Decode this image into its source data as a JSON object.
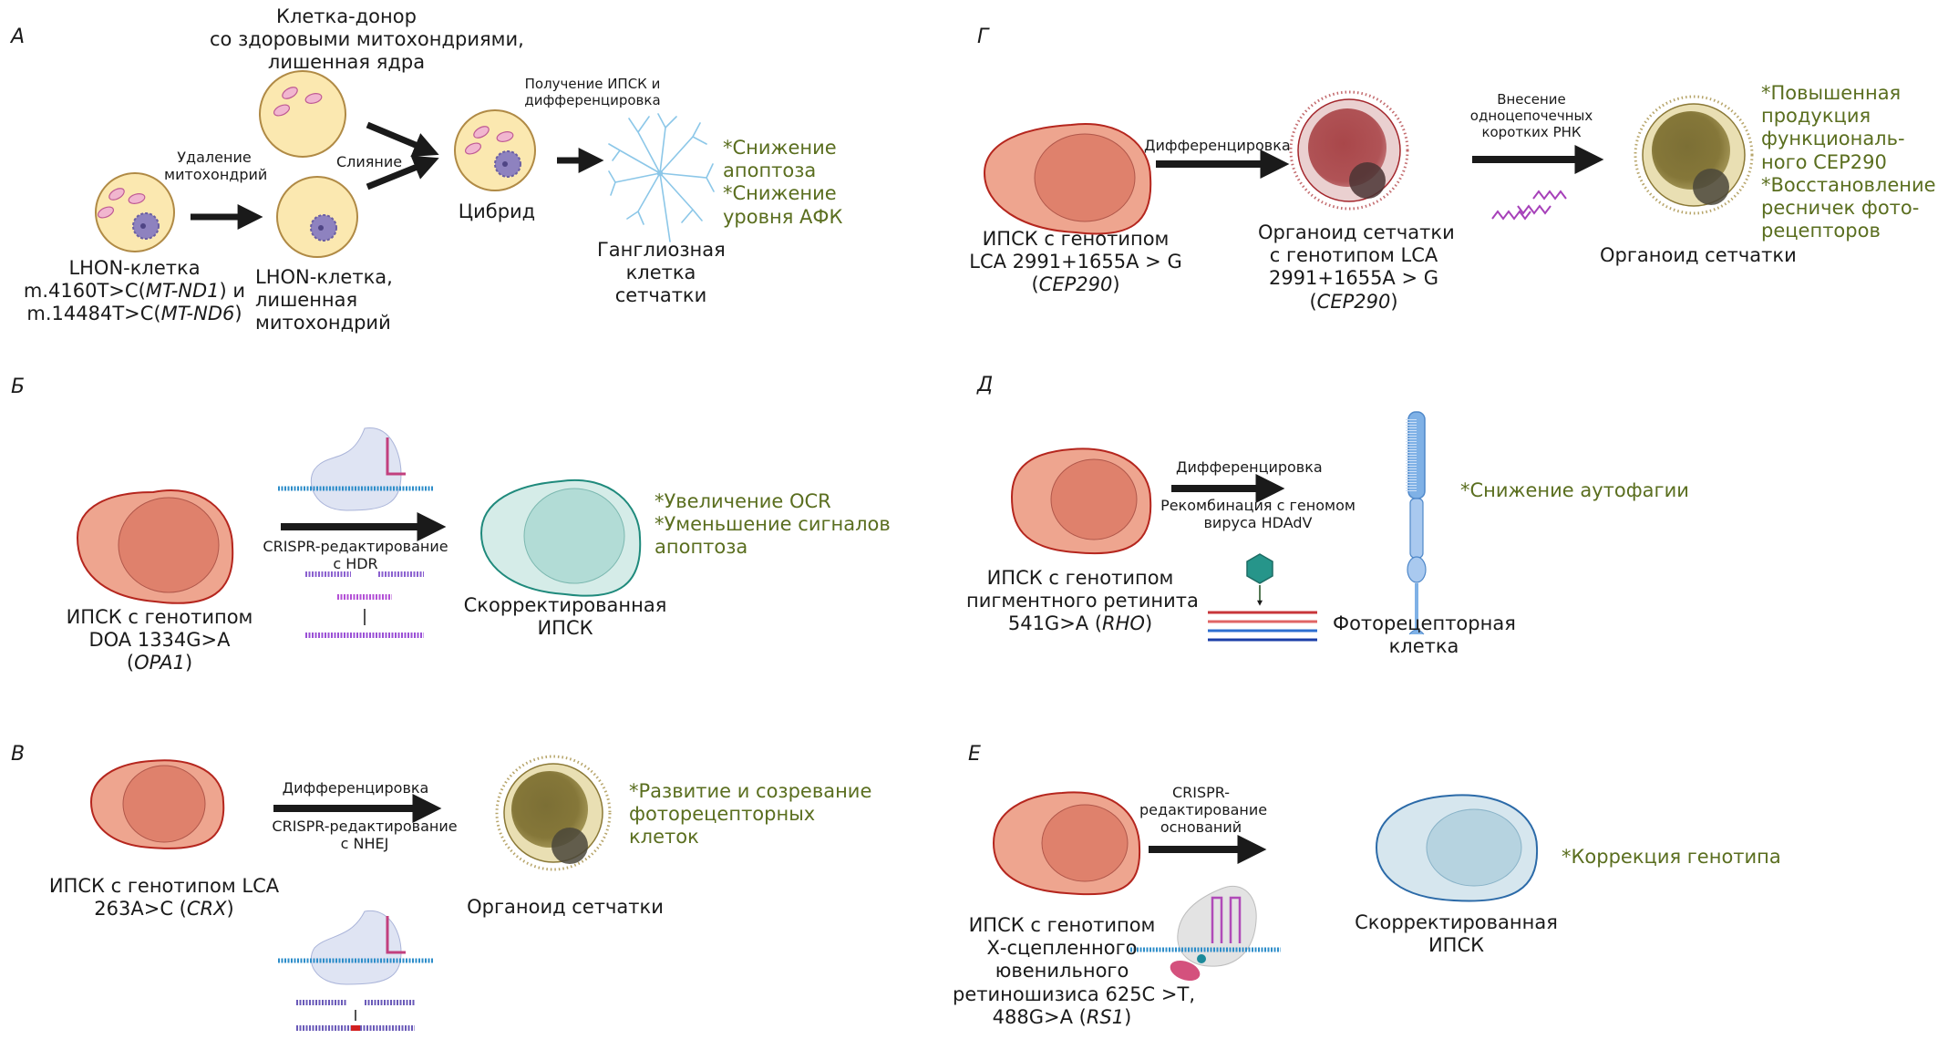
{
  "figure": {
    "colors": {
      "note_green": "#5a6e1f",
      "ipsc_fill": "#eea58f",
      "ipsc_nucleus": "#df816c",
      "ipsc_stroke": "#b5261e",
      "teal_fill": "#d5ece8",
      "teal_nucleus": "#b2dcd6",
      "teal_stroke": "#1f8a7c",
      "blue_fill": "#d6e6ee",
      "blue_nucleus": "#b6d3e0",
      "blue_stroke": "#2b6aa8",
      "cybrid_fill": "#fbe8b0",
      "cybrid_stroke": "#b08a45",
      "arrow": "#1a1a1a"
    }
  },
  "panels": {
    "A": {
      "letter": "А",
      "donor_label": [
        "Клетка-донор",
        "со здоровыми митохондриями,",
        "лишенная ядра"
      ],
      "step_remove": [
        "Удаление",
        "митохондрий"
      ],
      "step_fusion": "Слияние",
      "step_ipsc": [
        "Получение ИПСК и",
        "дифференцировка"
      ],
      "lhon_label": [
        "LHON-клетка",
        "m.4160T>C(",
        "MT-ND1",
        ") и",
        "m.14484T>C(",
        "MT-ND6",
        ")"
      ],
      "nomito_label": [
        "LHON-клетка,",
        "лишенная",
        "митохондрий"
      ],
      "cybrid_label": "Цибрид",
      "ganglion_label": [
        "Ганглиозная",
        "клетка",
        "сетчатки"
      ],
      "notes": [
        "*Снижение",
        "апоптоза",
        "*Снижение",
        "уровня АФК"
      ]
    },
    "B": {
      "letter": "Б",
      "source_label": [
        "ИПСК с генотипом",
        "DOA 1334G>A",
        "(",
        "OPA1",
        ")"
      ],
      "step": [
        "CRISPR-редактирование",
        "с HDR"
      ],
      "result_label": [
        "Скорректированная",
        "ИПСК"
      ],
      "notes": [
        "*Увеличение OCR",
        "*Уменьшение сигналов",
        "апоптоза"
      ]
    },
    "C": {
      "letter": "В",
      "source_label": [
        "ИПСК с генотипом LCA",
        "263A>C (",
        "CRX",
        ")"
      ],
      "step_top": "Дифференцировка",
      "step_bottom": [
        "CRISPR-редактирование",
        "с NHEJ"
      ],
      "result_label": "Органоид сетчатки",
      "notes": [
        "*Развитие и созревание",
        "фоторецепторных",
        "клеток"
      ]
    },
    "D": {
      "letter": "Г",
      "source_label": [
        "ИПСК с генотипом",
        "LCA 2991+1655A > G",
        "(",
        "CEP290",
        ")"
      ],
      "step1": "Дифференцировка",
      "mid_label": [
        "Органоид сетчатки",
        "с генотипом LCA",
        "2991+1655A > G",
        "(",
        "CEP290",
        ")"
      ],
      "step2": [
        "Внесение",
        "одноцепочечных",
        "коротких РНК"
      ],
      "result_label": "Органоид сетчатки",
      "notes": [
        "*Повышенная",
        "продукция",
        "функциональ-",
        "ного CEP290",
        "*Восстановление",
        "ресничек фото-",
        "рецепторов"
      ]
    },
    "E": {
      "letter": "Д",
      "source_label": [
        "ИПСК с генотипом",
        "пигментного ретинита",
        "541G>A (",
        "RHO",
        ")"
      ],
      "step_top": "Дифференцировка",
      "step_bottom": [
        "Рекомбинация с геномом",
        "вируса HDAdV"
      ],
      "result_label": [
        "Фоторецепторная",
        "клетка"
      ],
      "notes": [
        "*Снижение аутофагии"
      ]
    },
    "F": {
      "letter": "Е",
      "source_label": [
        "ИПСК с генотипом",
        "Х-сцепленного",
        "ювенильного",
        "ретиношизиса 625C >T,",
        "488G>A (",
        "RS1",
        ")"
      ],
      "step": [
        "CRISPR-",
        "редактирование",
        "оснований"
      ],
      "result_label": [
        "Скорректированная",
        "ИПСК"
      ],
      "notes": [
        "*Коррекция генотипа"
      ]
    }
  }
}
